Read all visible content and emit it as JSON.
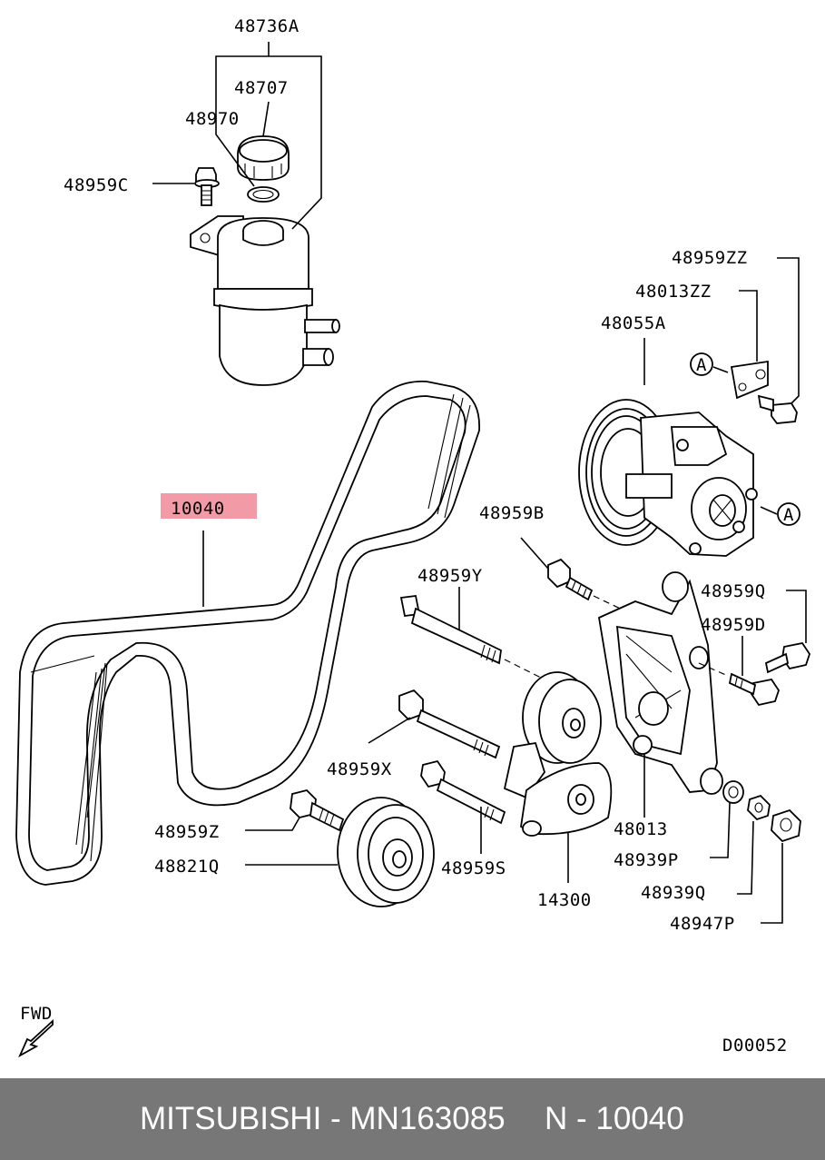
{
  "parts": {
    "p48736A": "48736A",
    "p48707": "48707",
    "p48970": "48970",
    "p48959C": "48959C",
    "p48959ZZ": "48959ZZ",
    "p48013ZZ": "48013ZZ",
    "p48055A": "48055A",
    "p10040": "10040",
    "p48959B": "48959B",
    "p48959Y": "48959Y",
    "p48959Q": "48959Q",
    "p48959D": "48959D",
    "p48959X": "48959X",
    "p48959Z": "48959Z",
    "p48821Q": "48821Q",
    "p48959S": "48959S",
    "p48013": "48013",
    "p14300": "14300",
    "p48939P": "48939P",
    "p48939Q": "48939Q",
    "p48947P": "48947P"
  },
  "markers": {
    "a1": "A",
    "a2": "A"
  },
  "fwd_label": "FWD",
  "diagram_code": "D00052",
  "highlight_color": "#f08a96",
  "footer": {
    "brand": "MITSUBISHI - MN163085",
    "ref": "N - 10040",
    "background": "#777777"
  }
}
